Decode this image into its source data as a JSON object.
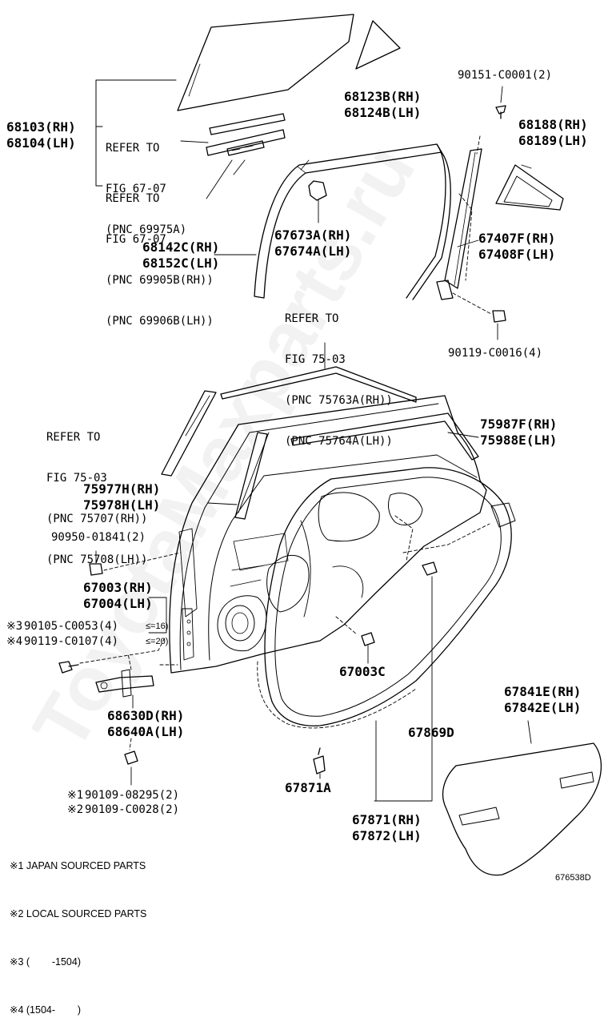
{
  "watermark": "ToyotaMaxparts.ru",
  "figure_code": "676538D",
  "labels": {
    "l68103": "68103(RH)",
    "l68104": "68104(LH)",
    "l68123b": "68123B(RH)",
    "l68124b": "68124B(LH)",
    "l90151": "90151-C0001(2)",
    "l68188": "68188(RH)",
    "l68189": "68189(LH)",
    "l67673a": "67673A(RH)",
    "l67674a": "67674A(LH)",
    "l67407f": "67407F(RH)",
    "l67408f": "67408F(LH)",
    "l68142c": "68142C(RH)",
    "l68152c": "68152C(LH)",
    "l90119c0016": "90119-C0016(4)",
    "l75987f": "75987F(RH)",
    "l75988e": "75988E(LH)",
    "l75977h": "75977H(RH)",
    "l75978h": "75978H(LH)",
    "l90950": "90950-01841(2)",
    "l67003": "67003(RH)",
    "l67004": "67004(LH)",
    "l90105": "90105-C0053(4)",
    "l90119c0107": "90119-C0107(4)",
    "l67003c": "67003C",
    "l68630d": "68630D(RH)",
    "l68640a": "68640A(LH)",
    "l67869d": "67869D",
    "l67841e": "67841E(RH)",
    "l67842e": "67842E(LH)",
    "l90109": "90109-08295(2)",
    "l90109c": "90109-C0028(2)",
    "l67871a": "67871A",
    "l67871": "67871(RH)",
    "l67872": "67872(LH)"
  },
  "refs": {
    "r1": [
      "REFER TO",
      "FIG 67-07",
      "(PNC 69975A)"
    ],
    "r2": [
      "REFER TO",
      "FIG 67-07",
      "(PNC 69905B(RH))",
      "(PNC 69906B(LH))"
    ],
    "r3": [
      "REFER TO",
      "FIG 75-03",
      "(PNC 75763A(RH))",
      "(PNC 75764A(LH))"
    ],
    "r4": [
      "REFER TO",
      "FIG 75-03",
      "(PNC 75707(RH))",
      "(PNC 75708(LH))"
    ]
  },
  "torque": {
    "t16": "≤=16)",
    "t20": "≤=20)"
  },
  "mark_prefixes": {
    "m3": "※3",
    "m4": "※4",
    "m1": "※1",
    "m2": "※2"
  },
  "notes": [
    "※1 JAPAN SOURCED PARTS",
    "※2 LOCAL SOURCED PARTS",
    "※3 (        -1504)",
    "※4 (1504-        )"
  ]
}
